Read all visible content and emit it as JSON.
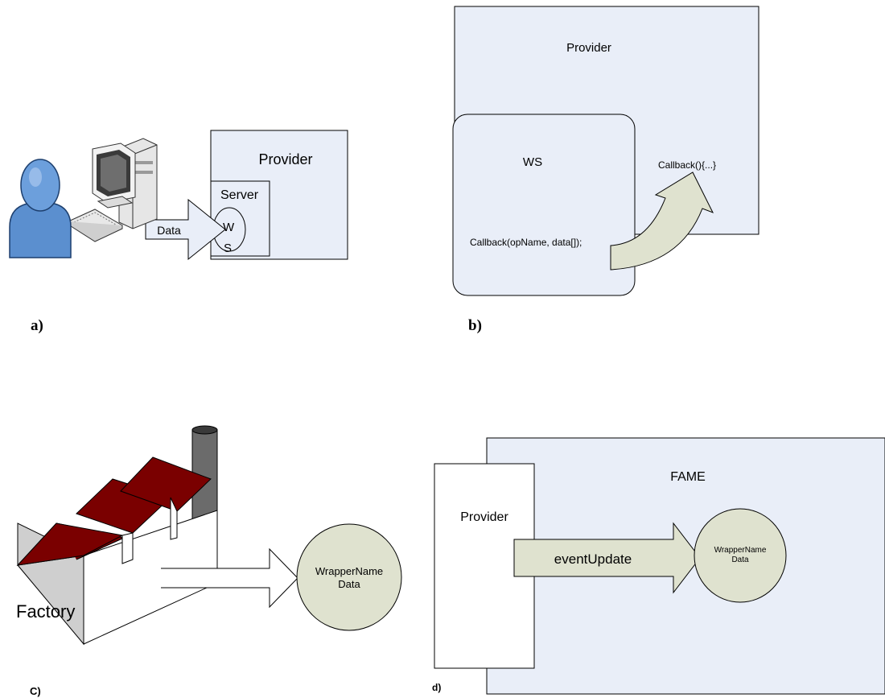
{
  "panel_a": {
    "caption": "a)",
    "provider_label": "Provider",
    "server_label": "Server",
    "ws_label_line1": "W",
    "ws_label_line2": "S",
    "arrow_label": "Data"
  },
  "panel_b": {
    "caption": "b)",
    "provider_label": "Provider",
    "ws_label": "WS",
    "callback_call": "Callback(opName, data[]);",
    "callback_def": "Callback(){...}"
  },
  "panel_c": {
    "caption": "C)",
    "factory_label": "Factory",
    "circle_line1": "WrapperName",
    "circle_line2": "Data"
  },
  "panel_d": {
    "caption": "d)",
    "fame_label": "FAME",
    "provider_label": "Provider",
    "arrow_label": "eventUpdate",
    "circle_line1": "WrapperName",
    "circle_line2": "Data"
  },
  "colors": {
    "box_fill": "#e9eef8",
    "circle_fill": "#dfe2cf",
    "arrow_fill": "#dfe2cf",
    "roof": "#7a0000",
    "chimney": "#6b6b6b",
    "user_blue": "#5b8fcf"
  }
}
